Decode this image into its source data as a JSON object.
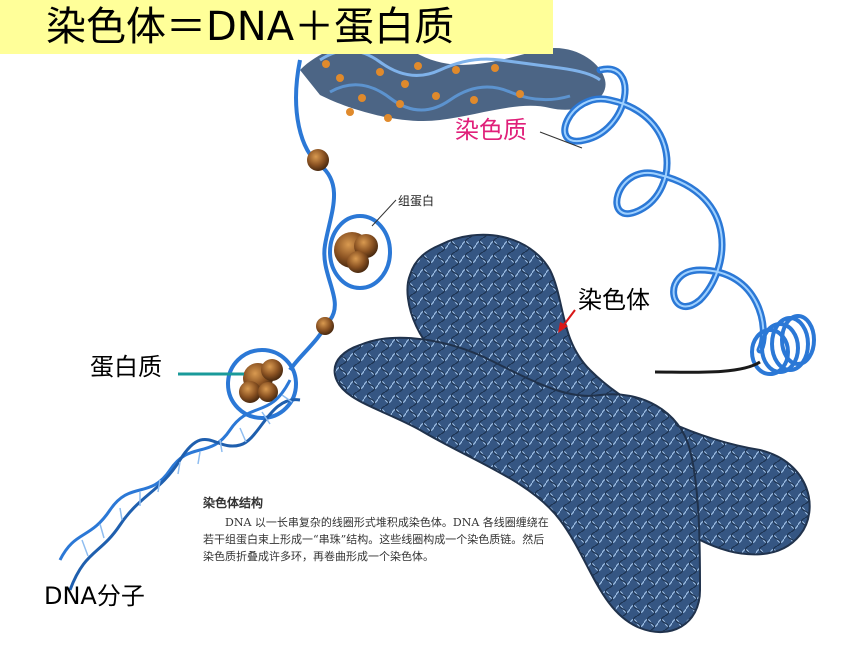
{
  "title": "染色体＝DNA＋蛋白质",
  "labels": {
    "chromatin": "染色质",
    "chromosome": "染色体",
    "protein": "蛋白质",
    "dna_molecule": "DNA分子",
    "histone": "组蛋白"
  },
  "caption": {
    "title": "染色体结构",
    "body": "DNA 以一长串复杂的线圈形式堆积成染色体。DNA 各线圈缠绕在若干组蛋白束上形成一“串珠”结构。这些线圈构成一个染色质链。然后染色质折叠成许多环，再卷曲形成一个染色体。"
  },
  "colors": {
    "title_bg": "#ffff99",
    "strand": "#2b78d6",
    "chromosome_body": "#2f4f78",
    "protein": "#7a4a1c",
    "chromatin_label": "#e0207a",
    "pointer_red": "#d81818",
    "pointer_teal": "#1a9a9a"
  }
}
